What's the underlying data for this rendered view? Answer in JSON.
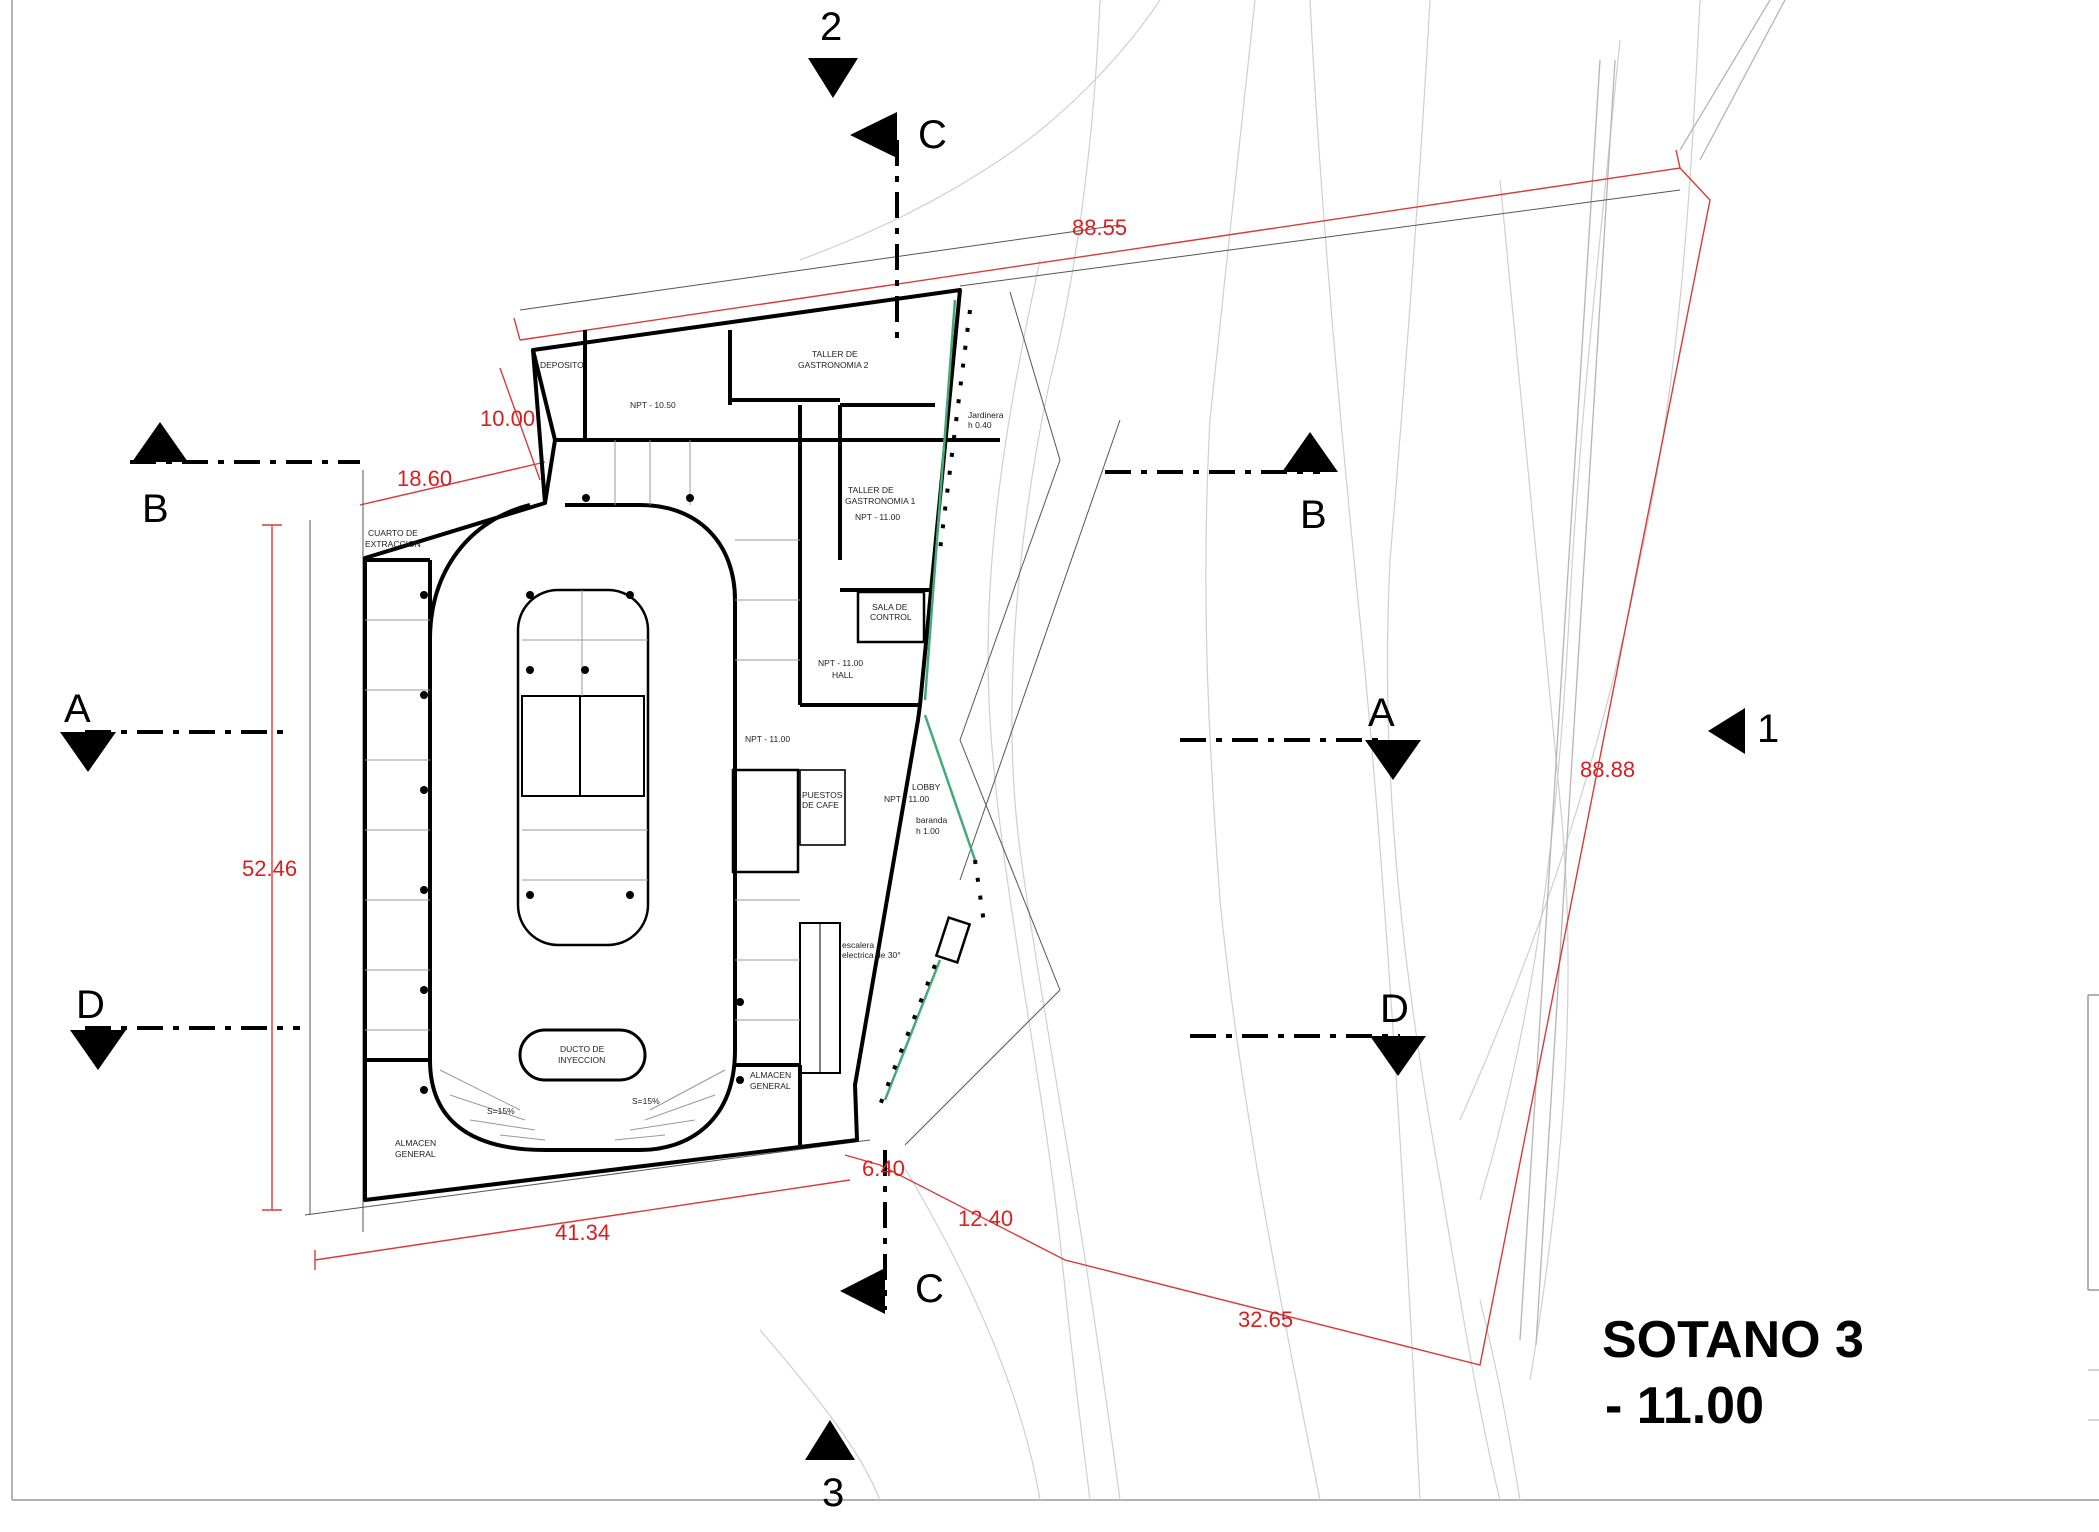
{
  "title": {
    "line1": "SOTANO 3",
    "line2": "- 11.00"
  },
  "dimensions": {
    "top": "88.55",
    "right": "88.88",
    "left": "52.46",
    "bottom": "41.34",
    "deposit_width": "10.00",
    "upper_left": "18.60",
    "lower_a": "6.40",
    "lower_b": "12.40",
    "lower_c": "32.65"
  },
  "section_markers": {
    "a": "A",
    "b": "B",
    "c": "C",
    "d": "D",
    "n1": "1",
    "n2": "2",
    "n3": "3"
  },
  "rooms": {
    "deposito": "DEPOSITO",
    "npt_1050": "NPT - 10.50",
    "taller2_l1": "TALLER DE",
    "taller2_l2": "GASTRONOMIA 2",
    "taller1_l1": "TALLER DE",
    "taller1_l2": "GASTRONOMIA 1",
    "taller1_npt": "NPT - 11.00",
    "jardinera_l1": "Jardinera",
    "jardinera_l2": "h 0.40",
    "cuarto_l1": "CUARTO DE",
    "cuarto_l2": "EXTRACCION",
    "sala_l1": "SALA DE",
    "sala_l2": "CONTROL",
    "hall_npt": "NPT - 11.00",
    "hall": "HALL",
    "npt_center": "NPT - 11.00",
    "lobby": "LOBBY",
    "lobby_npt": "NPT - 11.00",
    "puestos_l1": "PUESTOS",
    "puestos_l2": "DE CAFE",
    "baranda_l1": "baranda",
    "baranda_l2": "h 1.00",
    "escalera_l1": "escalera",
    "escalera_l2": "electrica de 30°",
    "ducto_l1": "DUCTO DE",
    "ducto_l2": "INYECCION",
    "slope_l": "S=15%",
    "slope_r": "S=15%",
    "almacen_c_l1": "ALMACEN",
    "almacen_c_l2": "GENERAL",
    "almacen_l_l1": "ALMACEN",
    "almacen_l_l2": "GENERAL"
  }
}
